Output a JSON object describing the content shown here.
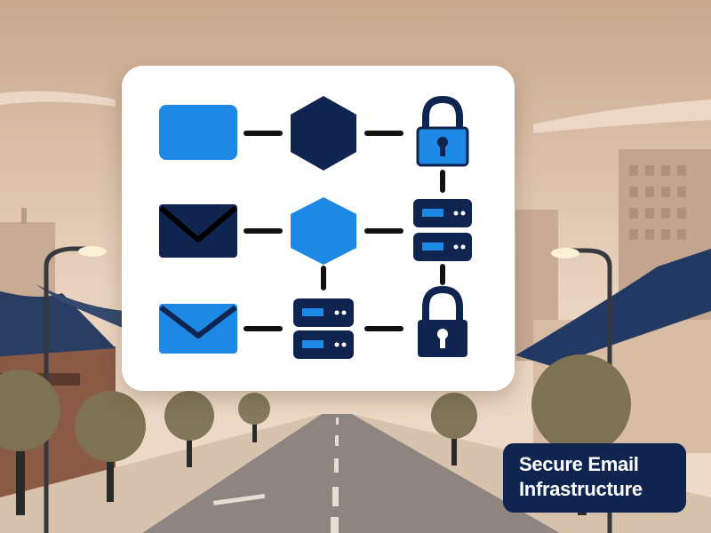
{
  "caption": {
    "line1": "Secure Email",
    "line2": "Infrastructure"
  },
  "colors": {
    "accent_blue": "#1e88e5",
    "navy": "#0f2550",
    "connector": "#111111",
    "card": "#ffffff",
    "sky": "#e7cdb5",
    "haze": "#c9a88d"
  },
  "diagram": {
    "rows": [
      [
        "blue-box",
        "navy-hexagon",
        "blue-lock"
      ],
      [
        "navy-envelope",
        "blue-hexagon",
        "server-stack"
      ],
      [
        "blue-envelope",
        "server-stack",
        "navy-lock"
      ]
    ]
  }
}
